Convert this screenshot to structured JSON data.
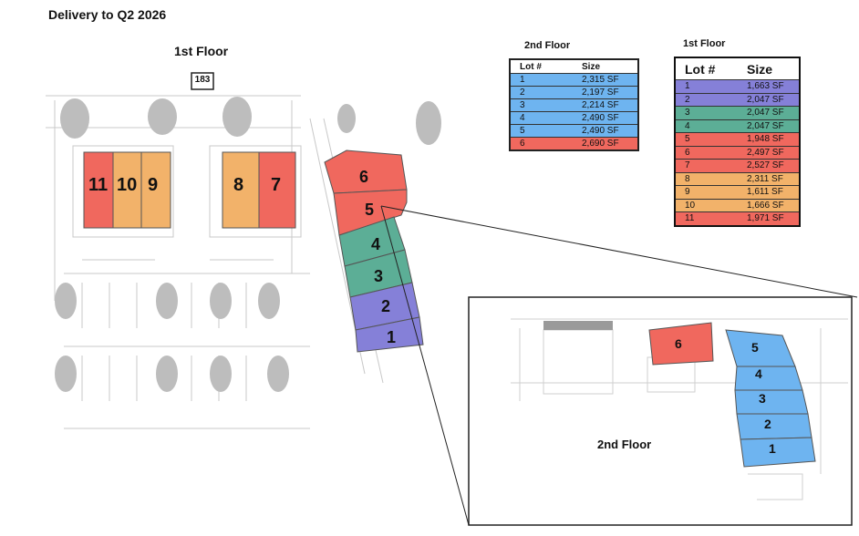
{
  "header": {
    "title": "Delivery to Q2 2026"
  },
  "plan": {
    "first_floor_label": "1st Floor",
    "highway_shield": "183",
    "lots": [
      "11",
      "10",
      "9",
      "8",
      "7",
      "6",
      "5",
      "4",
      "3",
      "2",
      "1"
    ]
  },
  "inset": {
    "label": "2nd Floor",
    "lots": [
      "6",
      "5",
      "4",
      "3",
      "2",
      "1"
    ]
  },
  "colors": {
    "blue": "#6eb4f0",
    "red": "#f0685e",
    "green": "#5cae96",
    "purple": "#8580d8",
    "orange": "#f2b26a"
  },
  "table_2nd_floor": {
    "title": "2nd Floor",
    "columns": [
      "Lot #",
      "Size"
    ],
    "rows": [
      {
        "lot": "1",
        "size": "2,315 SF",
        "color": "blue"
      },
      {
        "lot": "2",
        "size": "2,197 SF",
        "color": "blue"
      },
      {
        "lot": "3",
        "size": "2,214 SF",
        "color": "blue"
      },
      {
        "lot": "4",
        "size": "2,490 SF",
        "color": "blue"
      },
      {
        "lot": "5",
        "size": "2,490 SF",
        "color": "blue"
      },
      {
        "lot": "6",
        "size": "2,690 SF",
        "color": "red"
      }
    ]
  },
  "table_1st_floor": {
    "title": "1st Floor",
    "columns": [
      "Lot #",
      "Size"
    ],
    "rows": [
      {
        "lot": "1",
        "size": "1,663 SF",
        "color": "purple"
      },
      {
        "lot": "2",
        "size": "2,047 SF",
        "color": "purple"
      },
      {
        "lot": "3",
        "size": "2,047 SF",
        "color": "green"
      },
      {
        "lot": "4",
        "size": "2,047 SF",
        "color": "green"
      },
      {
        "lot": "5",
        "size": "1,948 SF",
        "color": "red"
      },
      {
        "lot": "6",
        "size": "2,497 SF",
        "color": "red"
      },
      {
        "lot": "7",
        "size": "2,527 SF",
        "color": "red"
      },
      {
        "lot": "8",
        "size": "2,311 SF",
        "color": "orange"
      },
      {
        "lot": "9",
        "size": "1,611 SF",
        "color": "orange"
      },
      {
        "lot": "10",
        "size": "1,666 SF",
        "color": "orange"
      },
      {
        "lot": "11",
        "size": "1,971 SF",
        "color": "red"
      }
    ]
  }
}
